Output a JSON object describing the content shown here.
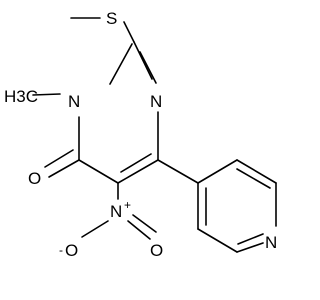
{
  "molecule": {
    "atoms": {
      "S": "S",
      "CH3_left": "H3C",
      "CH3_top": "",
      "N3": "N",
      "N1": "N",
      "O_carbonyl": "O",
      "N_nitro": "N",
      "nitro_plus": "+",
      "O_nitro_left": "O",
      "nitro_minus": "-",
      "O_nitro_right": "O",
      "N_pyridine": "N"
    }
  }
}
